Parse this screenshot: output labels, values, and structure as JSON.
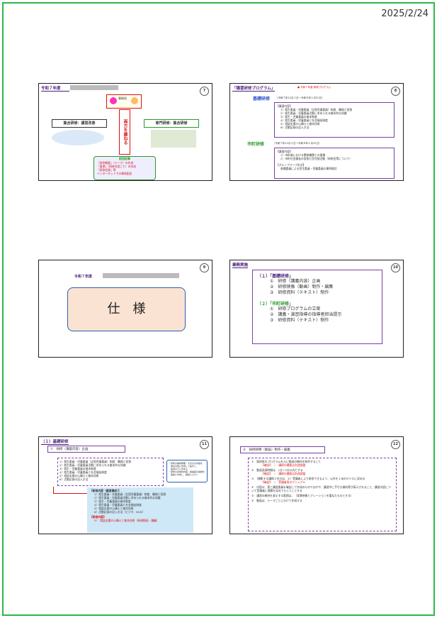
{
  "header": {
    "date": "2025/2/24"
  },
  "slides": {
    "s7": {
      "number": "7",
      "title": "令和７年度",
      "center_label": "事務局",
      "left_box": "集合研修：講習改善",
      "right_box": "専門研修：集合研修",
      "center_vertical": "両方を兼ねる",
      "note_title": "前回記事",
      "notes": [
        "「研修概要」（テーマ）の作成",
        "「要望」（研修内容ごと）の作成",
        "「研修会場」等",
        "インターネットでの事前配信"
      ]
    },
    "s8": {
      "number": "8",
      "title": "「講習研修プログラム」",
      "subtitle": "● 令和７年度 研修プログラム",
      "sec1": "基礎研修",
      "sec1_period": "（令和７年12月１日～令和８年１月31日）",
      "sec1_head": "【講習内容】",
      "sec1_items": [
        "1）県生委員・児童委員（全国児童委員）制度、職務と役割",
        "2）県生委員・児童委員活動に求められる基本的な知識",
        "3）県生・児童委員の基本制度",
        "4）県生委員・児童委員と社会福祉制度",
        "5）相談支援の心構えと基本技術",
        "6）活動記録の記入方法"
      ],
      "sec2": "市町研修",
      "sec2_period": "（令和７年12月１日～令和８年１月31日）",
      "sec2_head": "【講習内容】",
      "sec2_items": [
        "1）市町域における関係機関との連携",
        "2）市町社会福祉の役割と民児協活動（研修会等について）"
      ],
      "sec2_head2": "【グループワーク形式】",
      "sec2_items2": [
        "各種委員による民生委員・児童委員の事例検討"
      ]
    },
    "s9": {
      "number": "9",
      "title": "令和７年度",
      "main": "仕　様"
    },
    "s10": {
      "number": "10",
      "title": "業務実施",
      "sec1": "（１）「基礎研修」",
      "sec1_items": [
        "①　研修（講義内容）企画",
        "②　研修映像（動画）制作・編集",
        "③　研修資料（テキスト）制作"
      ],
      "sec2": "（２）「市町研修」",
      "sec2_items": [
        "①　研修プログラムの立案",
        "②　講義・演習指導の指導者担当提示",
        "③　研修資料（テキスト）制作"
      ]
    },
    "s11": {
      "number": "11",
      "title": "（１）基礎研修",
      "sub": "①　研修（講義内容）企画",
      "list": [
        "1）県生委員・児童委員（全国児童委員）制度、職務と役割",
        "2）県生委員・児童委員活動に求められる基本的な知識",
        "3）県生・児童委員の基本制度",
        "4）県生委員・児童委員と社会福祉制度",
        "5）相談支援の心構えと基本技術",
        "6）活動記録の記入方法"
      ],
      "side_note": [
        "・研修の構成概要・大まかな内容を",
        "　検討の際に作成して提示し、",
        "　指導の下に定める",
        "・研修の具体的内容、各講座の講師を",
        "　事前に作成し、確認いただく"
      ],
      "panel_title": "【研修内容（講習構成）】",
      "panel_items": [
        "1）県生委員・児童委員（全国児童委員）制度、職務と役割",
        "2）県生委員・児童委員活動に求められる基本的な知識",
        "3）県生・児童委員の基本制度",
        "4）県生委員・児童委員と社会福祉制度",
        "5）相談支援の心構えと基本技術",
        "6）活動記録の記入方法（ビデオ、DVD）"
      ],
      "panel_red": "【研修内容】",
      "panel_last": "5）　相談支援の心構えと基本技術（新規動画・講義）"
    },
    "s12": {
      "number": "12",
      "sub": "②　研修映像（動画）制作・編集",
      "items": [
        {
          "text": "①　県研修のプログラムを元に動画の教材を制作すること",
          "red": "【確認】　☆　講師の撮影は別途調整"
        },
        {
          "text": "②　動画収録時間は、1分～2分以内とする",
          "red": "【確認】　☆　講師の撮影は別途調整"
        },
        {
          "text": "③　（撮影する講師２名分は、①）受講者により研修できるよう、以外を１本のＤＶＤに収める",
          "red": "【確認】　☆　受講者用のマニュアル"
        },
        {
          "text": "④　内容は、第三講習委員を確認して作成のものではやや、講習中に手引き資料等が表示されること、講習内容について受講者に理解を深めてもらうことする",
          "red": ""
        },
        {
          "text": "⑤　講習の教材を表示する範囲は、（背景映像とナレーションを重ねたものとする）",
          "red": ""
        },
        {
          "text": "⑥　動画は、テーマごとに分けて作成する",
          "red": ""
        }
      ]
    }
  }
}
